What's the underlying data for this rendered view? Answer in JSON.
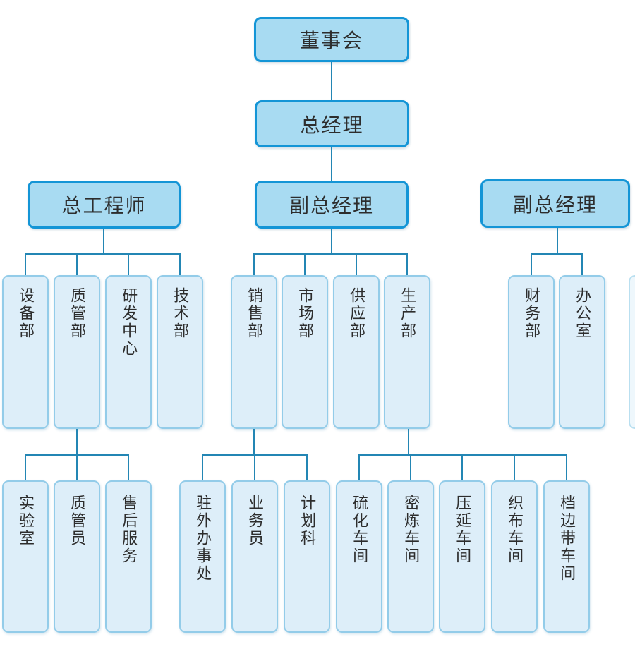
{
  "colors": {
    "main_node_fill": "#a8dbf2",
    "main_node_border": "#1495d6",
    "dept_node_fill": "#ddeef9",
    "dept_node_border": "#93cce9",
    "connector": "#2386b4",
    "text": "#2d2d2d"
  },
  "org": {
    "board": {
      "label": "董事会"
    },
    "general_manager": {
      "label": "总经理"
    },
    "executives": [
      {
        "label": "总工程师"
      },
      {
        "label": "副总经理"
      },
      {
        "label": "副总经理"
      }
    ],
    "chief_engineer_depts": [
      {
        "label": "设备部"
      },
      {
        "label": "质管部"
      },
      {
        "label": "研发中心"
      },
      {
        "label": "技术部"
      }
    ],
    "deputy_gm1_depts": [
      {
        "label": "销售部"
      },
      {
        "label": "市场部"
      },
      {
        "label": "供应部"
      },
      {
        "label": "生产部"
      }
    ],
    "deputy_gm2_depts": [
      {
        "label": "财务部"
      },
      {
        "label": "办公室"
      }
    ],
    "quality_dept_children": [
      {
        "label": "实验室"
      },
      {
        "label": "质管员"
      },
      {
        "label": "售后服务"
      }
    ],
    "sales_dept_children": [
      {
        "label": "驻外办事处"
      },
      {
        "label": "业务员"
      },
      {
        "label": "计划科"
      }
    ],
    "production_dept_children": [
      {
        "label": "硫化车间"
      },
      {
        "label": "密炼车间"
      },
      {
        "label": "压延车间"
      },
      {
        "label": "织布车间"
      },
      {
        "label": "档边带车间"
      }
    ]
  }
}
